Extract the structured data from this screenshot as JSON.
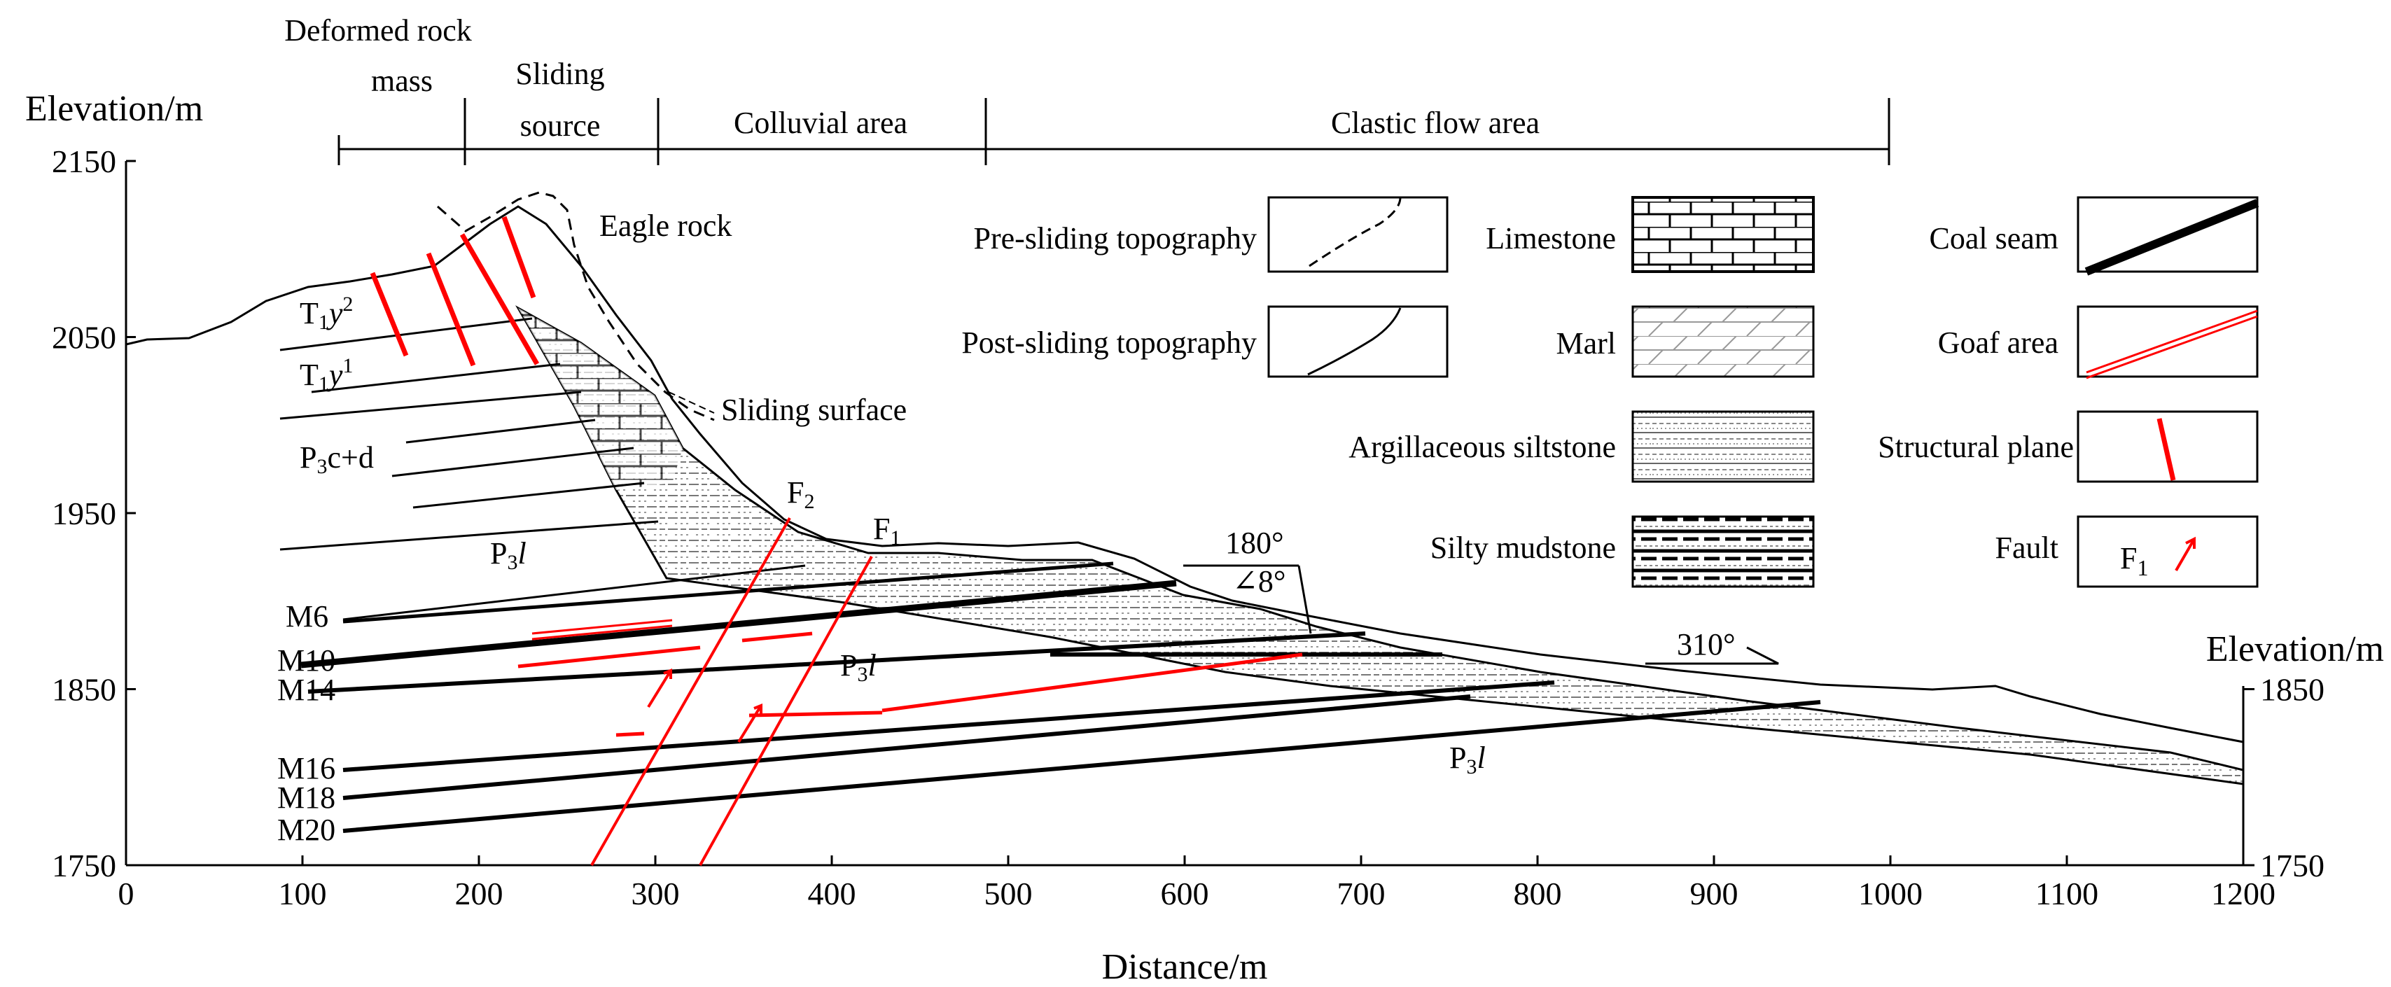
{
  "axes": {
    "left_title": "Elevation/m",
    "right_title": "Elevation/m",
    "bottom_title": "Distance/m",
    "x_ticks": [
      "0",
      "100",
      "200",
      "300",
      "400",
      "500",
      "600",
      "700",
      "800",
      "900",
      "1000",
      "1100",
      "1200"
    ],
    "y_ticks_left": [
      "2150",
      "2050",
      "1950",
      "1850",
      "1750"
    ],
    "y_ticks_right": [
      "1850",
      "1750"
    ],
    "x_range": [
      0,
      1200
    ],
    "y_range": [
      1750,
      2150
    ]
  },
  "zones": [
    {
      "line1": "Deformed rock",
      "line2": "mass"
    },
    {
      "line1": "Sliding",
      "line2": "source"
    },
    {
      "line1": "Colluvial area",
      "line2": ""
    },
    {
      "line1": "Clastic flow area",
      "line2": ""
    }
  ],
  "annotations": {
    "eagle_rock": "Eagle rock",
    "sliding_surface": "Sliding surface",
    "dip1_azimuth": "180°",
    "dip1_angle": "∠8°",
    "dip2_azimuth": "310°"
  },
  "strata": {
    "t1y2": {
      "base": "T",
      "sub": "1",
      "mid": "y",
      "sup": "2"
    },
    "t1y1": {
      "base": "T",
      "sub": "1",
      "mid": "y",
      "sup": "1"
    },
    "p3cd": {
      "base": "P",
      "sub": "3",
      "rest": "c+d"
    },
    "p3l_a": {
      "base": "P",
      "sub": "3",
      "rest": "l"
    },
    "p3l_b": {
      "base": "P",
      "sub": "3",
      "rest": "l"
    },
    "p3l_c": {
      "base": "P",
      "sub": "3",
      "rest": "l"
    }
  },
  "seams": [
    "M6",
    "M10",
    "M14",
    "M16",
    "M18",
    "M20"
  ],
  "faults": [
    {
      "base": "F",
      "sub": "2"
    },
    {
      "base": "F",
      "sub": "1"
    }
  ],
  "legend": [
    {
      "key": "pre_sliding",
      "label": "Pre-sliding topography"
    },
    {
      "key": "post_sliding",
      "label": "Post-sliding topography"
    },
    {
      "key": "limestone",
      "label": "Limestone"
    },
    {
      "key": "marl",
      "label": "Marl"
    },
    {
      "key": "argillaceous",
      "label": "Argillaceous siltstone"
    },
    {
      "key": "silty_mudstone",
      "label": "Silty mudstone"
    },
    {
      "key": "coal_seam",
      "label": "Coal seam"
    },
    {
      "key": "goaf_area",
      "label": "Goaf area"
    },
    {
      "key": "structural_plane",
      "label": "Structural plane"
    },
    {
      "key": "fault",
      "label": "Fault"
    }
  ],
  "legend_fault_symbol": {
    "base": "F",
    "sub": "1"
  },
  "colors": {
    "structural": "#ff0000",
    "ink": "#000000",
    "hatch": "#666666"
  }
}
